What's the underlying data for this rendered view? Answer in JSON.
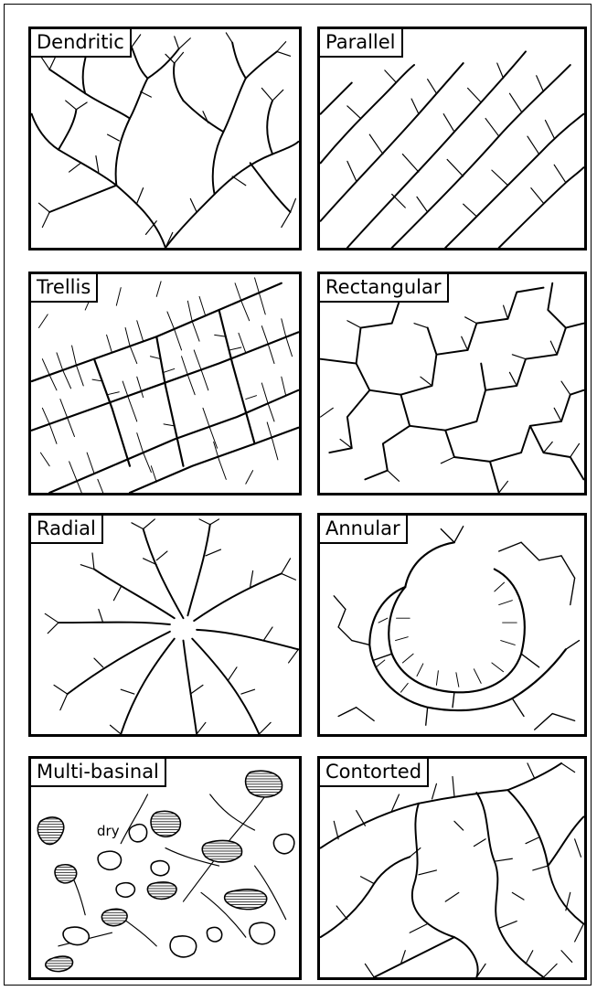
{
  "panels": {
    "dendritic": {
      "label": "Dendritic"
    },
    "parallel": {
      "label": "Parallel"
    },
    "trellis": {
      "label": "Trellis"
    },
    "rectangular": {
      "label": "Rectangular"
    },
    "radial": {
      "label": "Radial"
    },
    "annular": {
      "label": "Annular"
    },
    "multibasinal": {
      "label": "Multi-basinal",
      "annotation": "dry"
    },
    "contorted": {
      "label": "Contorted"
    }
  },
  "colors": {
    "ink": "#000000",
    "background": "#ffffff"
  }
}
